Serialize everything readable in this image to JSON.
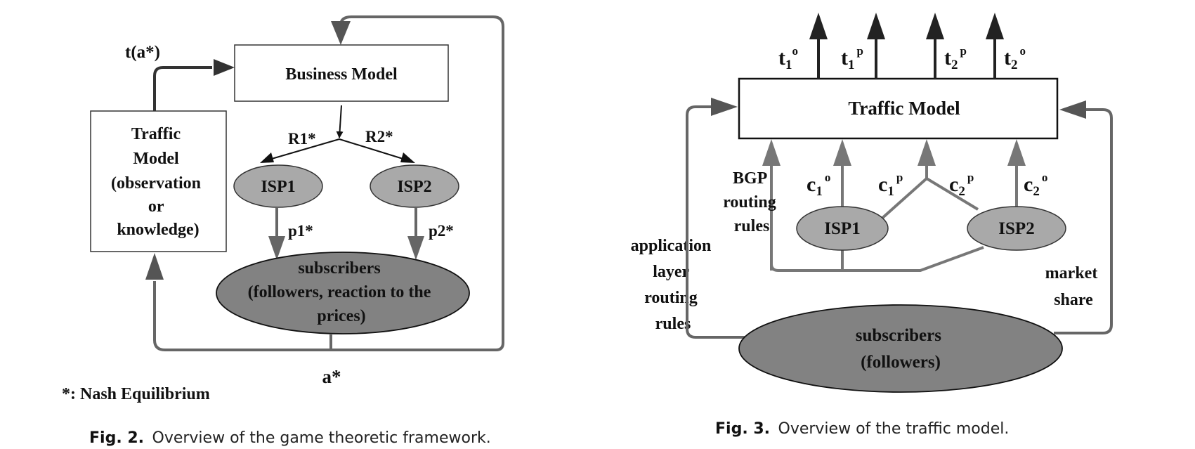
{
  "fig2": {
    "business_model": "Business Model",
    "traffic_model": [
      "Traffic",
      "Model",
      "(observation",
      "or",
      "knowledge)"
    ],
    "isp1": "ISP1",
    "isp2": "ISP2",
    "subscribers": [
      "subscribers",
      "(followers, reaction to the",
      "prices)"
    ],
    "t_label": "t(a*)",
    "r1": "R1*",
    "r2": "R2*",
    "p1": "p1*",
    "p2": "p2*",
    "a_label": "a*",
    "nash_note": "*: Nash Equilibrium",
    "caption_num": "Fig. 2.",
    "caption_text": "Overview of the game theoretic framework."
  },
  "fig3": {
    "traffic_model": "Traffic Model",
    "outputs": [
      {
        "base": "t",
        "sub": "1",
        "sup": "o"
      },
      {
        "base": "t",
        "sub": "1",
        "sup": "p"
      },
      {
        "base": "t",
        "sub": "2",
        "sup": "p"
      },
      {
        "base": "t",
        "sub": "2",
        "sup": "o"
      }
    ],
    "inputs": [
      {
        "base": "c",
        "sub": "1",
        "sup": "o"
      },
      {
        "base": "c",
        "sub": "1",
        "sup": "p"
      },
      {
        "base": "c",
        "sub": "2",
        "sup": "p"
      },
      {
        "base": "c",
        "sub": "2",
        "sup": "o"
      }
    ],
    "bgp": [
      "BGP",
      "routing",
      "rules"
    ],
    "app_layer": [
      "application",
      "layer",
      "routing",
      "rules"
    ],
    "market_share": [
      "market",
      "share"
    ],
    "isp1": "ISP1",
    "isp2": "ISP2",
    "subscribers": [
      "subscribers",
      "(followers)"
    ],
    "caption_num": "Fig. 3.",
    "caption_text": "Overview of the traffic model."
  }
}
